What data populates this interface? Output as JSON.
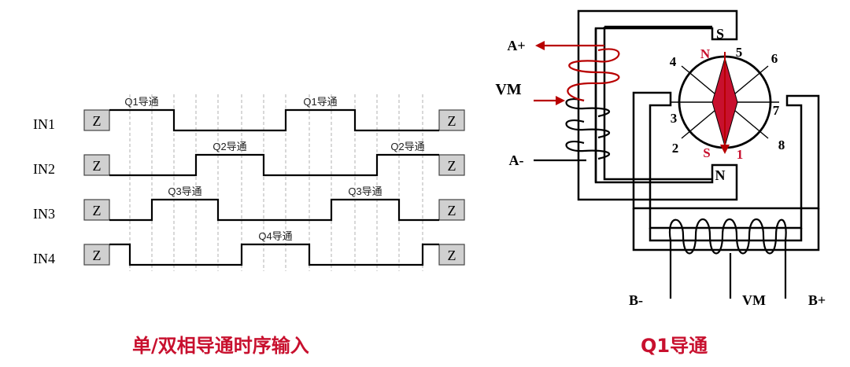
{
  "timing": {
    "rows": [
      {
        "label": "IN1",
        "start_box": "Z",
        "end_box": "Z",
        "high_label": "Q1导通",
        "high_label_2": "Q1导通"
      },
      {
        "label": "IN2",
        "start_box": "Z",
        "end_box": "Z",
        "high_label": "Q2导通",
        "high_label_2": "Q2导通"
      },
      {
        "label": "IN3",
        "start_box": "Z",
        "end_box": "Z",
        "high_label": "Q3导通",
        "high_label_2": "Q3导通"
      },
      {
        "label": "IN4",
        "start_box": "Z",
        "end_box": "Z",
        "high_label": "Q4导通"
      }
    ]
  },
  "motor": {
    "terminals": {
      "a_plus": "A+",
      "vm_left": "VM",
      "a_minus": "A-",
      "b_minus": "B-",
      "vm_bottom": "VM",
      "b_plus": "B+"
    },
    "poles": {
      "top": "S",
      "bottom": "N"
    },
    "rotor": {
      "north": "N",
      "south": "S"
    },
    "positions": {
      "p1": "1",
      "p2": "2",
      "p3": "3",
      "p4": "4",
      "p5": "5",
      "p6": "6",
      "p7": "7",
      "p8": "8"
    }
  },
  "captions": {
    "left": "单/双相导通时序输入",
    "right": "Q1导通"
  },
  "colors": {
    "accent": "#c8102e",
    "arrow": "#b80000",
    "box_fill": "#d0d0d0"
  }
}
